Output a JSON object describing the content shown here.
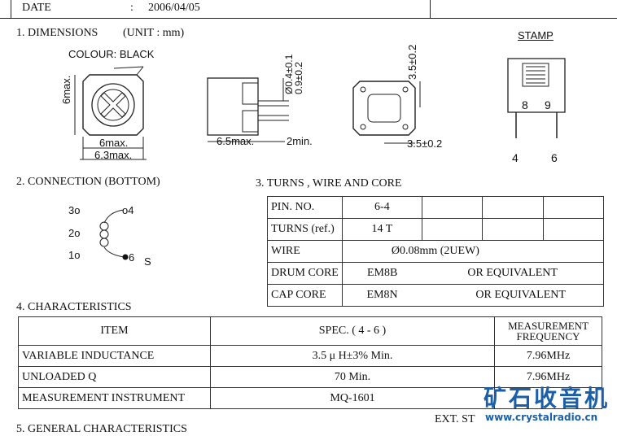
{
  "header": {
    "date_label": "DATE",
    "date_sep": ":",
    "date_value": "2006/04/05"
  },
  "dimensions": {
    "title": "1. DIMENSIONS",
    "unit": "(UNIT : mm)",
    "colour": "COLOUR: BLACK",
    "dim_6max_side": "6max.",
    "dim_6max": "6max.",
    "dim_63max": "6.3max.",
    "dim_65max": "6.5max.",
    "dim_2min": "2min.",
    "dim_04": "Ø0.4±0.1",
    "dim_09": "0.9±0.2",
    "dim_35v": "3.5±0.2",
    "dim_35h": "3.5±0.2"
  },
  "stamp": {
    "title": "STAMP",
    "pin8": "8",
    "pin9": "9",
    "pin4": "4",
    "pin6": "6"
  },
  "connection": {
    "title": "2. CONNECTION (BOTTOM)",
    "p3": "3o",
    "p2": "2o",
    "p1": "1o",
    "p4": "o4",
    "p6": "6",
    "s": "S"
  },
  "turns": {
    "title": "3. TURNS , WIRE AND CORE",
    "rows": [
      {
        "label": "PIN. NO.",
        "value": "6-4"
      },
      {
        "label": "TURNS (ref.)",
        "value": "14 T"
      },
      {
        "label": "WIRE",
        "value": "Ø0.08mm (2UEW)"
      },
      {
        "label": "DRUM CORE",
        "value": "EM8B",
        "extra": "OR EQUIVALENT"
      },
      {
        "label": "CAP CORE",
        "value": "EM8N",
        "extra": "OR  EQUIVALENT"
      }
    ]
  },
  "characteristics": {
    "title": "4. CHARACTERISTICS",
    "head_item": "ITEM",
    "head_spec": "SPEC. ( 4 - 6 )",
    "head_meas1": "MEASUREMENT",
    "head_meas2": "FREQUENCY",
    "rows": [
      {
        "item": "VARIABLE INDUCTANCE",
        "spec": "3.5 μ H±3% Min.",
        "freq": "7.96MHz"
      },
      {
        "item": "UNLOADED Q",
        "spec": "70 Min.",
        "freq": "7.96MHz"
      },
      {
        "item": "MEASUREMENT INSTRUMENT",
        "spec": "MQ-1601",
        "freq": ""
      }
    ]
  },
  "general": {
    "title": "5. GENERAL CHARACTERISTICS"
  },
  "ext": {
    "label": "EXT. ST"
  },
  "watermark": {
    "cn": "矿石收音机",
    "url": "www.crystalradio.cn"
  }
}
